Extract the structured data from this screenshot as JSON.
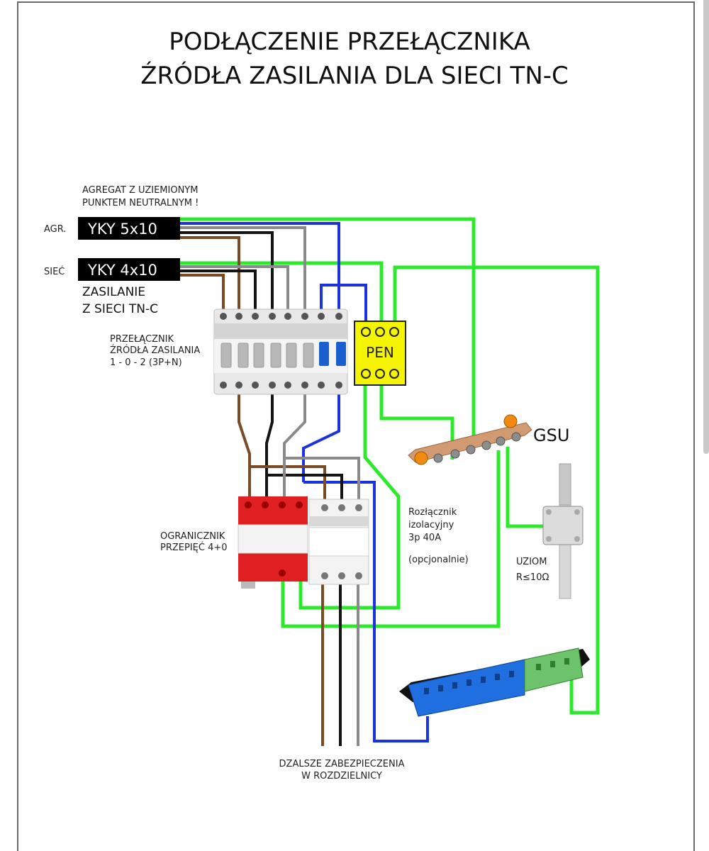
{
  "title": {
    "line1": "PODŁĄCZENIE PRZEŁĄCZNIKA",
    "line2": "ŹRÓDŁA ZASILANIA DLA SIECI TN-C"
  },
  "generator_note": {
    "line1": "AGREGAT Z UZIEMIONYM",
    "line2": "PUNKTEM NEUTRALNYM !"
  },
  "cables": [
    {
      "side_label": "AGR.",
      "name": "YKY 5x10"
    },
    {
      "side_label": "SIEĆ",
      "name": "YKY 4x10"
    }
  ],
  "grid_supply": {
    "line1": "ZASILANIE",
    "line2": "Z SIECI TN-C"
  },
  "switch_label": {
    "line1": "PRZEŁĄCZNIK",
    "line2": "ŹRÓDŁA ZASILANIA",
    "line3": "1 - 0 - 2 (3P+N)"
  },
  "pen_label": "PEN",
  "gsu_label": "GSU",
  "surge_label": {
    "line1": "OGRANICZNIK",
    "line2": "PRZEPIĘĆ 4+0"
  },
  "isolator_label": {
    "line1": "Rozłącznik",
    "line2": "izolacyjny",
    "line3": "3p 40A",
    "line4": "(opcjonalnie)"
  },
  "ground_label": {
    "line1": "UZIOM",
    "line2": "R≤10Ω"
  },
  "output_label": {
    "line1": "DZALSZE ZABEZPIECZENIA",
    "line2": "W ROZDZIELNICY"
  },
  "colors": {
    "pe_green": "#2ee82e",
    "neutral_blue": "#1a32e0",
    "phase_brown": "#7a4a24",
    "phase_black": "#141414",
    "phase_grey": "#8a8a8a",
    "pen_yellow": "#f5f500",
    "spd_red": "#e02020"
  }
}
